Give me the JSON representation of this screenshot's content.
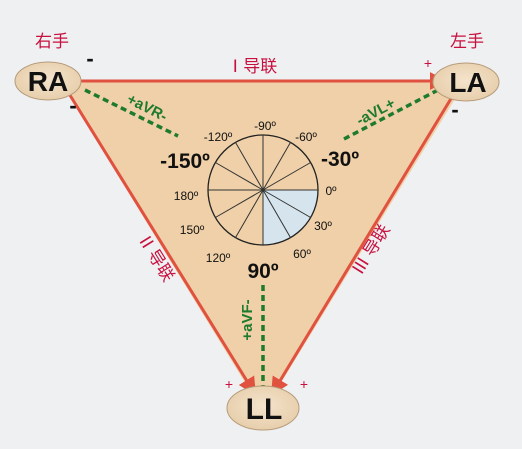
{
  "electrodes": {
    "ra": {
      "label": "RA",
      "side_label": "右手",
      "polarity": [
        "-",
        "-"
      ]
    },
    "la": {
      "label": "LA",
      "side_label": "左手",
      "polarity": [
        "+",
        "-"
      ]
    },
    "ll": {
      "label": "LL",
      "polarity": [
        "+",
        "+"
      ]
    }
  },
  "leads": {
    "lead_1": "I 导联",
    "lead_2": "II 导联",
    "lead_3": "III 导联"
  },
  "augmented": {
    "avr": "+aVR-",
    "avl": "-aVL+",
    "avf": "+aVF-"
  },
  "angles": {
    "m120": "-120º",
    "m90": "-90º",
    "m60": "-60º",
    "m150": "-150º",
    "m30": "-30º",
    "a180": "180º",
    "a0": "0º",
    "a150": "150º",
    "a30": "30º",
    "a120": "120º",
    "a90": "90º",
    "a60": "60º"
  },
  "colors": {
    "triangle_fill": "#efd0a8",
    "lead_line": "#e0513f",
    "augmented_line": "#1e7a2e",
    "label_red": "#c8103f",
    "shaded_sector": "#d5e4ed"
  }
}
